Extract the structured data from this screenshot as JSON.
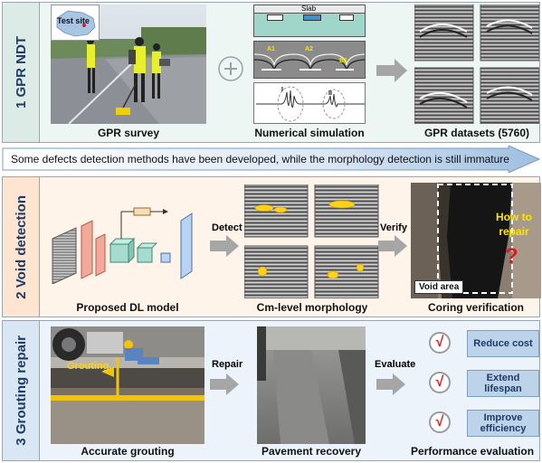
{
  "panel1": {
    "label": "1 GPR NDT",
    "photo_tag": "Test site",
    "slab_label": "Slab",
    "sim_tags": [
      "A1",
      "A2",
      "B1"
    ],
    "wave_marks": [
      "I",
      "II"
    ],
    "captions": {
      "survey": "GPR survey",
      "simulation": "Numerical simulation",
      "datasets": "GPR datasets (5760)"
    }
  },
  "banner": {
    "text": "Some defects detection methods have been developed, while the morphology detection is still immature"
  },
  "panel2": {
    "label": "2 Void detection",
    "detect": "Detect",
    "verify": "Verify",
    "how_to_repair": "How to repair",
    "question_mark": "?",
    "void_area": "Void area",
    "captions": {
      "model": "Proposed DL model",
      "morphology": "Cm-level morphology",
      "coring": "Coring verification"
    }
  },
  "panel3": {
    "label": "3 Grouting repair",
    "grouting_tag": "Grouting",
    "repair": "Repair",
    "evaluate": "Evaluate",
    "benefits": [
      {
        "check": "√",
        "label": "Reduce cost"
      },
      {
        "check": "√",
        "label": "Extend lifespan"
      },
      {
        "check": "√",
        "label": "Improve efficiency"
      }
    ],
    "captions": {
      "grouting": "Accurate grouting",
      "recovery": "Pavement recovery",
      "evaluation": "Performance evaluation"
    }
  },
  "colors": {
    "arrow": "#a6a6a6",
    "navy": "#1f3b66",
    "red": "#d21e1e",
    "yellow": "#ffd21a"
  }
}
